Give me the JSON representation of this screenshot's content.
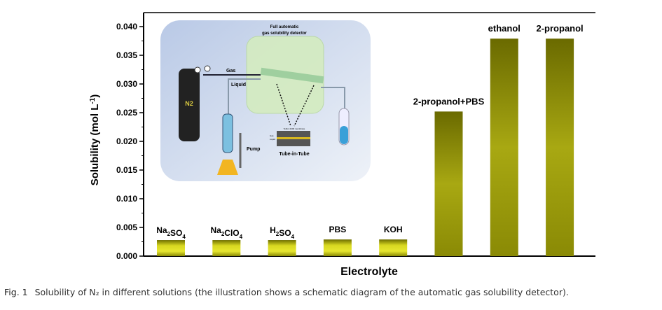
{
  "chart_data": {
    "type": "bar",
    "title": "",
    "xlabel": "Electrolyte",
    "ylabel": "Solubility (mol L-1)",
    "categories": [
      "Na2SO4",
      "Na2ClO4",
      "H2SO4",
      "PBS",
      "KOH",
      "2-propanol+PBS",
      "ethanol",
      "2-propanol"
    ],
    "values": [
      0.0028,
      0.0028,
      0.0028,
      0.0029,
      0.0029,
      0.0252,
      0.0379,
      0.0379
    ],
    "ylim": [
      0,
      0.042
    ],
    "yticks": [
      "0.000",
      "0.005",
      "0.010",
      "0.015",
      "0.020",
      "0.025",
      "0.030",
      "0.035",
      "0.040"
    ],
    "grid": false,
    "bar_color": "#b5b510"
  },
  "inset": {
    "title_line1": "Full automatic",
    "title_line2": "gas solubility detector",
    "gas": "Gas",
    "liquid": "Liquid",
    "cylinder": "N2",
    "pump": "Pump",
    "tube": "Tube-in-Tube",
    "membrane": "Teflon 2400 membrane",
    "mini_gas": "Gas",
    "mini_liquid": "Liquid"
  },
  "caption": {
    "fig": "Fig. 1",
    "text": "Solubility of N₂ in different solutions (the illustration shows a schematic diagram of the automatic gas solubility detector)."
  }
}
